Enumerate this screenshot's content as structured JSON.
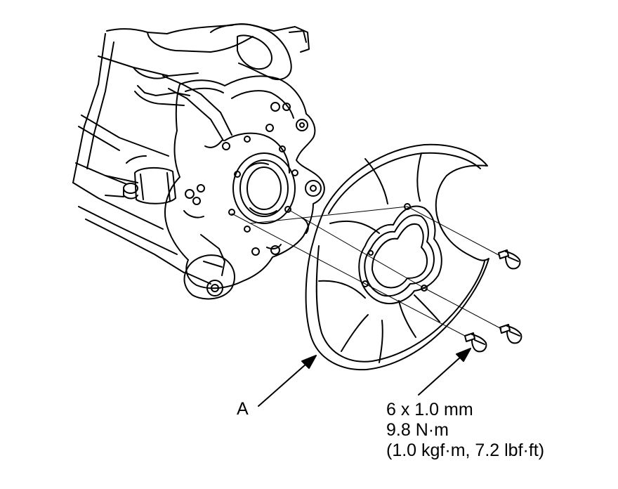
{
  "callouts": {
    "part_label": "A",
    "fastener_spec": {
      "size": "6 x 1.0 mm",
      "torque_nm": "9.8 N·m",
      "torque_alt": "(1.0 kgf·m, 7.2 lbf·ft)"
    }
  },
  "colors": {
    "line": "#000000",
    "background": "#ffffff"
  }
}
